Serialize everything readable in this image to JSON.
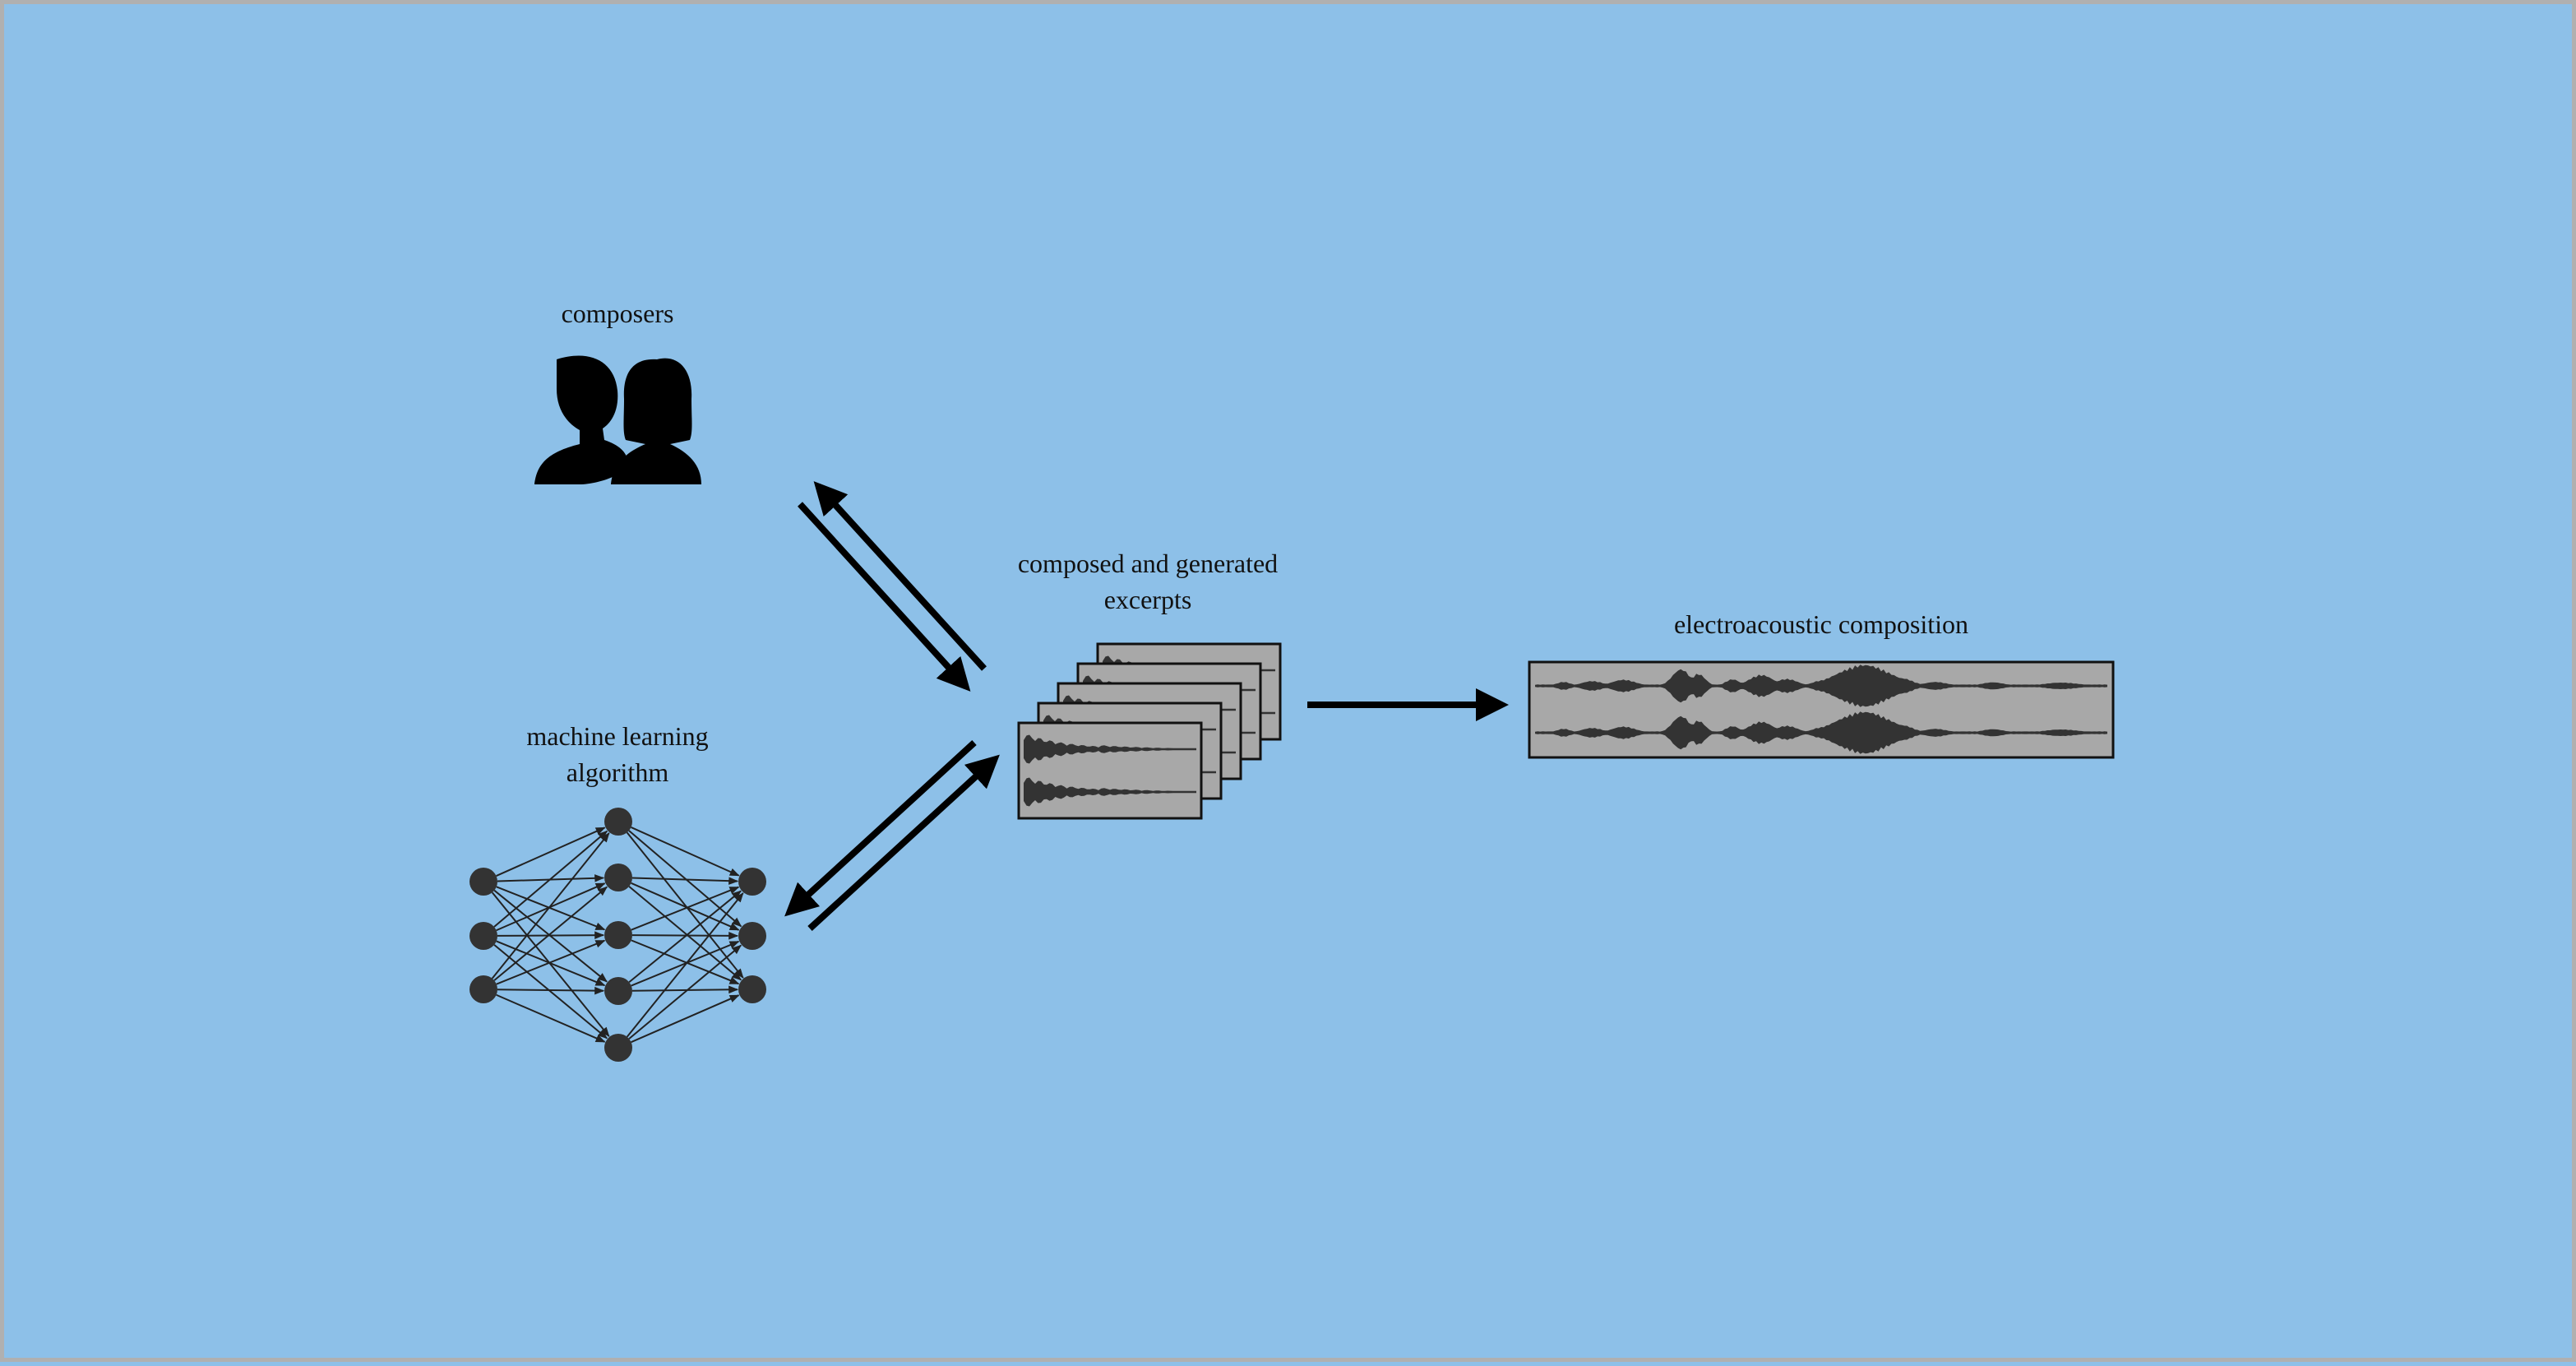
{
  "colors": {
    "background": "#8dc0e8",
    "frame_border": "#b0b0b0",
    "arrow": "#000000",
    "node": "#333333",
    "waveform": "#333333",
    "panel_fill": "#a8a8a8"
  },
  "nodes": {
    "composers": {
      "label": "composers",
      "icon": "two-people-icon"
    },
    "algorithm": {
      "label_line1": "machine learning",
      "label_line2": "algorithm",
      "icon": "neural-network-icon"
    },
    "excerpts": {
      "label_line1": "composed and generated",
      "label_line2": "excerpts",
      "icon": "stacked-waveforms-icon"
    },
    "composition": {
      "label": "electroacoustic composition",
      "icon": "stereo-waveform-icon"
    }
  },
  "edges": [
    {
      "from": "composers",
      "to": "excerpts"
    },
    {
      "from": "excerpts",
      "to": "composers"
    },
    {
      "from": "excerpts",
      "to": "algorithm"
    },
    {
      "from": "algorithm",
      "to": "excerpts"
    },
    {
      "from": "excerpts",
      "to": "composition"
    }
  ]
}
